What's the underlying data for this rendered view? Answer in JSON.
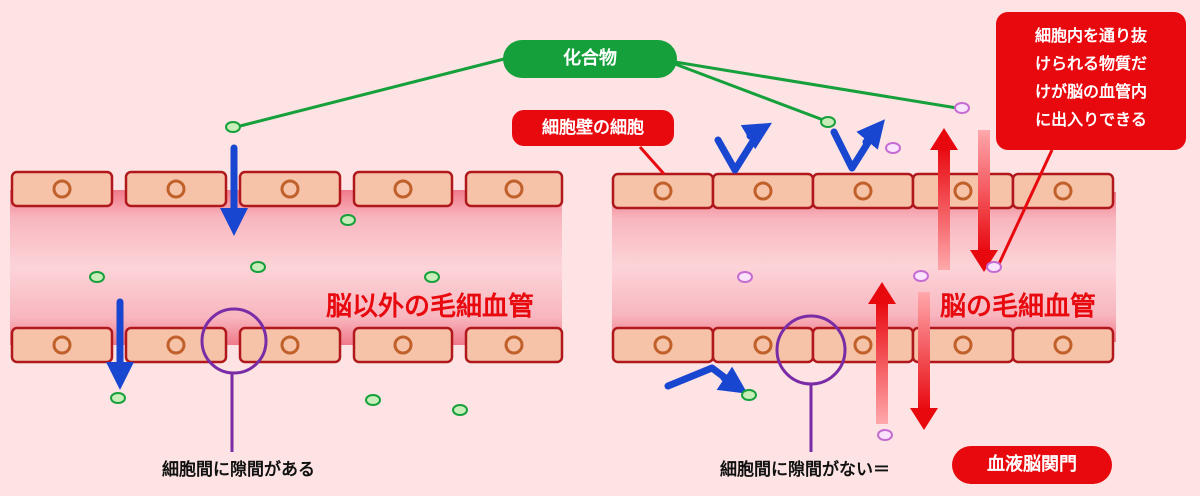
{
  "labels": {
    "compound": "化合物",
    "cell_wall_cells": "細胞壁の細胞",
    "explanation": [
      "細胞内を通り抜",
      "けられる物質だ",
      "けが脳の血管内",
      "に出入りできる"
    ],
    "vessel_other": "脳以外の毛細血管",
    "vessel_brain": "脳の毛細血管",
    "gap_present": "細胞間に隙間がある",
    "gap_absent": "細胞間に隙間がない＝",
    "bbb": "血液脳関門"
  },
  "colors": {
    "background": "#fde3e3",
    "vessel": "#f4a8b2",
    "cell_fill": "#f7c3a8",
    "cell_border": "#b0181c",
    "nucleus": "#c0602a",
    "compound_green": "#16a03c",
    "highlight_red": "#e8090f",
    "arrow_blue": "#1846d1",
    "circle_purple": "#7a2ca6",
    "molecule_pink": "#e9b6ef"
  }
}
